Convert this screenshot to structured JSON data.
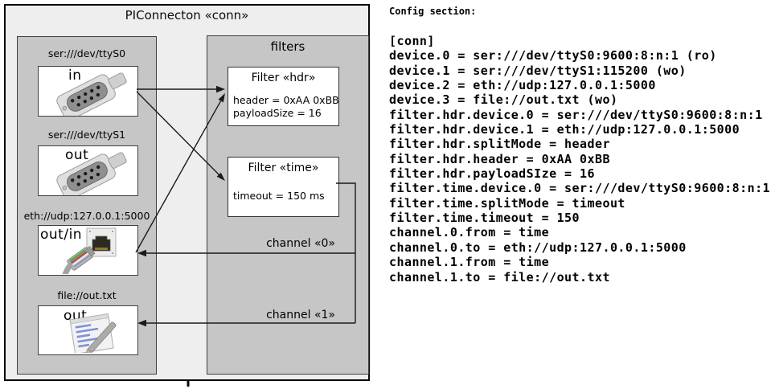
{
  "colors": {
    "frame_fill": "#eeeeee",
    "panel_gray": "#c6c6c6",
    "box_white": "#ffffff",
    "border_dark": "#3f3f3f",
    "line_black": "#1a1a1a",
    "text_black": "#000000"
  },
  "diagram": {
    "title": "PIConnecton «conn»",
    "devices_panel": {
      "devices": [
        {
          "uri": "ser:///dev/ttyS0",
          "direction": "in",
          "icon": "serial-port-icon"
        },
        {
          "uri": "ser:///dev/ttyS1",
          "direction": "out",
          "icon": "serial-port-icon"
        },
        {
          "uri": "eth://udp:127.0.0.1:5000",
          "direction": "out/in",
          "icon": "ethernet-icon"
        },
        {
          "uri": "file://out.txt",
          "direction": "out",
          "icon": "notepad-icon"
        }
      ]
    },
    "filters_panel": {
      "title": "filters",
      "filters": [
        {
          "title": "Filter «hdr»",
          "attributes": [
            "header = 0xAA 0xBB",
            "payloadSize = 16"
          ]
        },
        {
          "title": "Filter «time»",
          "attributes": [
            "timeout = 150 ms"
          ]
        }
      ],
      "channels": [
        {
          "label": "channel «0»"
        },
        {
          "label": "channel «1»"
        }
      ]
    }
  },
  "config": {
    "heading": "Config section:",
    "lines": [
      "[conn]",
      "device.0 = ser:///dev/ttyS0:9600:8:n:1 (ro)",
      "device.1 = ser:///dev/ttyS1:115200 (wo)",
      "device.2 = eth://udp:127.0.0.1:5000",
      "device.3 = file://out.txt (wo)",
      "filter.hdr.device.0 = ser:///dev/ttyS0:9600:8:n:1",
      "filter.hdr.device.1 = eth://udp:127.0.0.1:5000",
      "filter.hdr.splitMode = header",
      "filter.hdr.header = 0xAA 0xBB",
      "filter.hdr.payloadSIze = 16",
      "filter.time.device.0 = ser:///dev/ttyS0:9600:8:n:1",
      "filter.time.splitMode = timeout",
      "filter.time.timeout = 150",
      "channel.0.from = time",
      "channel.0.to = eth://udp:127.0.0.1:5000",
      "channel.1.from = time",
      "channel.1.to = file://out.txt"
    ]
  }
}
